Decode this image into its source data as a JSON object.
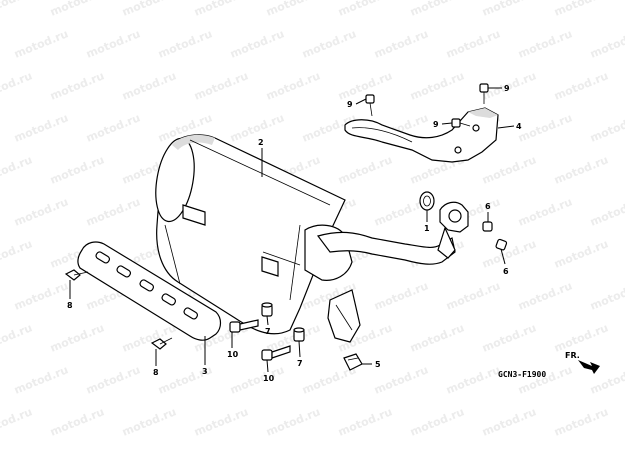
{
  "watermark": {
    "text": "motod.ru"
  },
  "diagram_code": "GCN3-F1900",
  "direction_marker": {
    "label": "FR.",
    "icon": "front-arrow-icon"
  },
  "callouts": [
    {
      "id": "c1",
      "label": "1",
      "part": "gasket"
    },
    {
      "id": "c2",
      "label": "2",
      "part": "muffler"
    },
    {
      "id": "c3",
      "label": "3",
      "part": "muffler-protector"
    },
    {
      "id": "c4",
      "label": "4",
      "part": "exhaust-pipe-cover"
    },
    {
      "id": "c5",
      "label": "5",
      "part": "clip-nut"
    },
    {
      "id": "c6a",
      "label": "6",
      "part": "stud-nut"
    },
    {
      "id": "c6b",
      "label": "6",
      "part": "stud-nut"
    },
    {
      "id": "c7a",
      "label": "7",
      "part": "collar"
    },
    {
      "id": "c7b",
      "label": "7",
      "part": "collar"
    },
    {
      "id": "c8a",
      "label": "8",
      "part": "bolt"
    },
    {
      "id": "c8b",
      "label": "8",
      "part": "bolt"
    },
    {
      "id": "c9a",
      "label": "9",
      "part": "screw"
    },
    {
      "id": "c9b",
      "label": "9",
      "part": "screw"
    },
    {
      "id": "c9c",
      "label": "9",
      "part": "screw"
    },
    {
      "id": "c10a",
      "label": "10",
      "part": "flange-bolt"
    },
    {
      "id": "c10b",
      "label": "10",
      "part": "flange-bolt"
    }
  ]
}
